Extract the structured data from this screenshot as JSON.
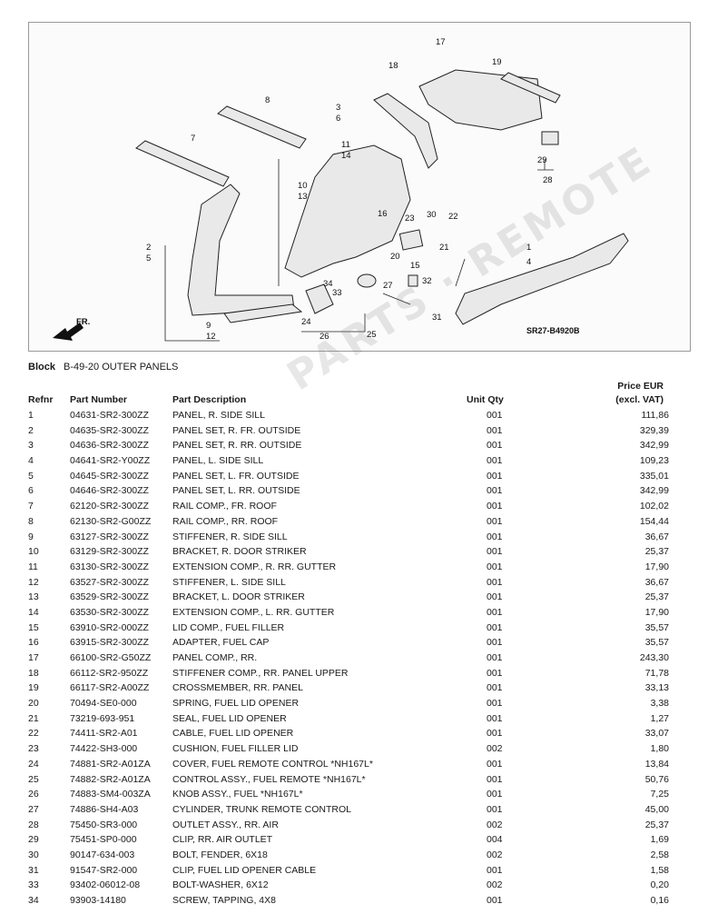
{
  "diagram": {
    "code": "SR27-B4920B",
    "direction_label": "FR.",
    "callouts": [
      "1",
      "2",
      "3",
      "4",
      "5",
      "6",
      "7",
      "8",
      "10",
      "11",
      "12",
      "13",
      "14",
      "15",
      "16",
      "17",
      "18",
      "19",
      "20",
      "21",
      "22",
      "23",
      "24",
      "25",
      "26",
      "27",
      "28",
      "29",
      "30",
      "31",
      "32",
      "33",
      "34",
      "9"
    ]
  },
  "block": {
    "label": "Block",
    "value": "B-49-20 OUTER PANELS"
  },
  "table": {
    "headers": {
      "refnr": "Refnr",
      "part_number": "Part Number",
      "description": "Part Description",
      "unit_qty": "Unit Qty",
      "price_line1": "Price EUR",
      "price_line2": "(excl. VAT)"
    },
    "rows": [
      {
        "ref": "1",
        "pn": "04631-SR2-300ZZ",
        "desc": "PANEL, R. SIDE SILL",
        "qty": "001",
        "price": "111,86"
      },
      {
        "ref": "2",
        "pn": "04635-SR2-300ZZ",
        "desc": "PANEL SET, R. FR. OUTSIDE",
        "qty": "001",
        "price": "329,39"
      },
      {
        "ref": "3",
        "pn": "04636-SR2-300ZZ",
        "desc": "PANEL SET, R. RR. OUTSIDE",
        "qty": "001",
        "price": "342,99"
      },
      {
        "ref": "4",
        "pn": "04641-SR2-Y00ZZ",
        "desc": "PANEL, L. SIDE SILL",
        "qty": "001",
        "price": "109,23"
      },
      {
        "ref": "5",
        "pn": "04645-SR2-300ZZ",
        "desc": "PANEL SET, L. FR. OUTSIDE",
        "qty": "001",
        "price": "335,01"
      },
      {
        "ref": "6",
        "pn": "04646-SR2-300ZZ",
        "desc": "PANEL SET, L. RR. OUTSIDE",
        "qty": "001",
        "price": "342,99"
      },
      {
        "ref": "7",
        "pn": "62120-SR2-300ZZ",
        "desc": "RAIL COMP., FR. ROOF",
        "qty": "001",
        "price": "102,02"
      },
      {
        "ref": "8",
        "pn": "62130-SR2-G00ZZ",
        "desc": "RAIL COMP., RR. ROOF",
        "qty": "001",
        "price": "154,44"
      },
      {
        "ref": "9",
        "pn": "63127-SR2-300ZZ",
        "desc": "STIFFENER, R. SIDE SILL",
        "qty": "001",
        "price": "36,67"
      },
      {
        "ref": "10",
        "pn": "63129-SR2-300ZZ",
        "desc": "BRACKET, R. DOOR STRIKER",
        "qty": "001",
        "price": "25,37"
      },
      {
        "ref": "11",
        "pn": "63130-SR2-300ZZ",
        "desc": "EXTENSION COMP., R. RR. GUTTER",
        "qty": "001",
        "price": "17,90"
      },
      {
        "ref": "12",
        "pn": "63527-SR2-300ZZ",
        "desc": "STIFFENER, L. SIDE SILL",
        "qty": "001",
        "price": "36,67"
      },
      {
        "ref": "13",
        "pn": "63529-SR2-300ZZ",
        "desc": "BRACKET, L. DOOR STRIKER",
        "qty": "001",
        "price": "25,37"
      },
      {
        "ref": "14",
        "pn": "63530-SR2-300ZZ",
        "desc": "EXTENSION COMP., L. RR. GUTTER",
        "qty": "001",
        "price": "17,90"
      },
      {
        "ref": "15",
        "pn": "63910-SR2-000ZZ",
        "desc": "LID COMP., FUEL FILLER",
        "qty": "001",
        "price": "35,57"
      },
      {
        "ref": "16",
        "pn": "63915-SR2-300ZZ",
        "desc": "ADAPTER, FUEL CAP",
        "qty": "001",
        "price": "35,57"
      },
      {
        "ref": "17",
        "pn": "66100-SR2-G50ZZ",
        "desc": "PANEL COMP., RR.",
        "qty": "001",
        "price": "243,30"
      },
      {
        "ref": "18",
        "pn": "66112-SR2-950ZZ",
        "desc": "STIFFENER COMP., RR. PANEL UPPER",
        "qty": "001",
        "price": "71,78"
      },
      {
        "ref": "19",
        "pn": "66117-SR2-A00ZZ",
        "desc": "CROSSMEMBER, RR. PANEL",
        "qty": "001",
        "price": "33,13"
      },
      {
        "ref": "20",
        "pn": "70494-SE0-000",
        "desc": "SPRING, FUEL LID OPENER",
        "qty": "001",
        "price": "3,38"
      },
      {
        "ref": "21",
        "pn": "73219-693-951",
        "desc": "SEAL, FUEL LID OPENER",
        "qty": "001",
        "price": "1,27"
      },
      {
        "ref": "22",
        "pn": "74411-SR2-A01",
        "desc": "CABLE, FUEL LID OPENER",
        "qty": "001",
        "price": "33,07"
      },
      {
        "ref": "23",
        "pn": "74422-SH3-000",
        "desc": "CUSHION, FUEL FILLER LID",
        "qty": "002",
        "price": "1,80"
      },
      {
        "ref": "24",
        "pn": "74881-SR2-A01ZA",
        "desc": "COVER, FUEL REMOTE CONTROL *NH167L*",
        "qty": "001",
        "price": "13,84"
      },
      {
        "ref": "25",
        "pn": "74882-SR2-A01ZA",
        "desc": "CONTROL ASSY., FUEL REMOTE *NH167L*",
        "qty": "001",
        "price": "50,76"
      },
      {
        "ref": "26",
        "pn": "74883-SM4-003ZA",
        "desc": "KNOB ASSY., FUEL *NH167L*",
        "qty": "001",
        "price": "7,25"
      },
      {
        "ref": "27",
        "pn": "74886-SH4-A03",
        "desc": "CYLINDER, TRUNK REMOTE CONTROL",
        "qty": "001",
        "price": "45,00"
      },
      {
        "ref": "28",
        "pn": "75450-SR3-000",
        "desc": "OUTLET ASSY., RR. AIR",
        "qty": "002",
        "price": "25,37"
      },
      {
        "ref": "29",
        "pn": "75451-SP0-000",
        "desc": "CLIP, RR. AIR OUTLET",
        "qty": "004",
        "price": "1,69"
      },
      {
        "ref": "30",
        "pn": "90147-634-003",
        "desc": "BOLT, FENDER, 6X18",
        "qty": "002",
        "price": "2,58"
      },
      {
        "ref": "31",
        "pn": "91547-SR2-000",
        "desc": "CLIP, FUEL LID OPENER CABLE",
        "qty": "001",
        "price": "1,58"
      },
      {
        "ref": "33",
        "pn": "93402-06012-08",
        "desc": "BOLT-WASHER, 6X12",
        "qty": "002",
        "price": "0,20"
      },
      {
        "ref": "34",
        "pn": "93903-14180",
        "desc": "SCREW, TAPPING, 4X8",
        "qty": "001",
        "price": "0,16"
      }
    ]
  }
}
